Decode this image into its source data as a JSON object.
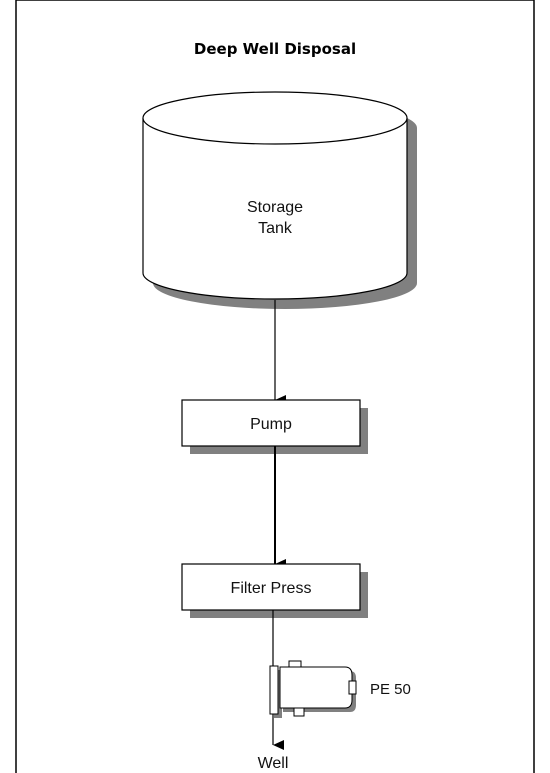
{
  "diagram": {
    "title": "Deep Well Disposal",
    "storage_tank": {
      "line1": "Storage",
      "line2": "Tank"
    },
    "pump": {
      "label": "Pump"
    },
    "filter_press": {
      "label": "Filter Press"
    },
    "filter_unit": {
      "label": "PE 50"
    },
    "destination": {
      "label": "Well"
    }
  }
}
